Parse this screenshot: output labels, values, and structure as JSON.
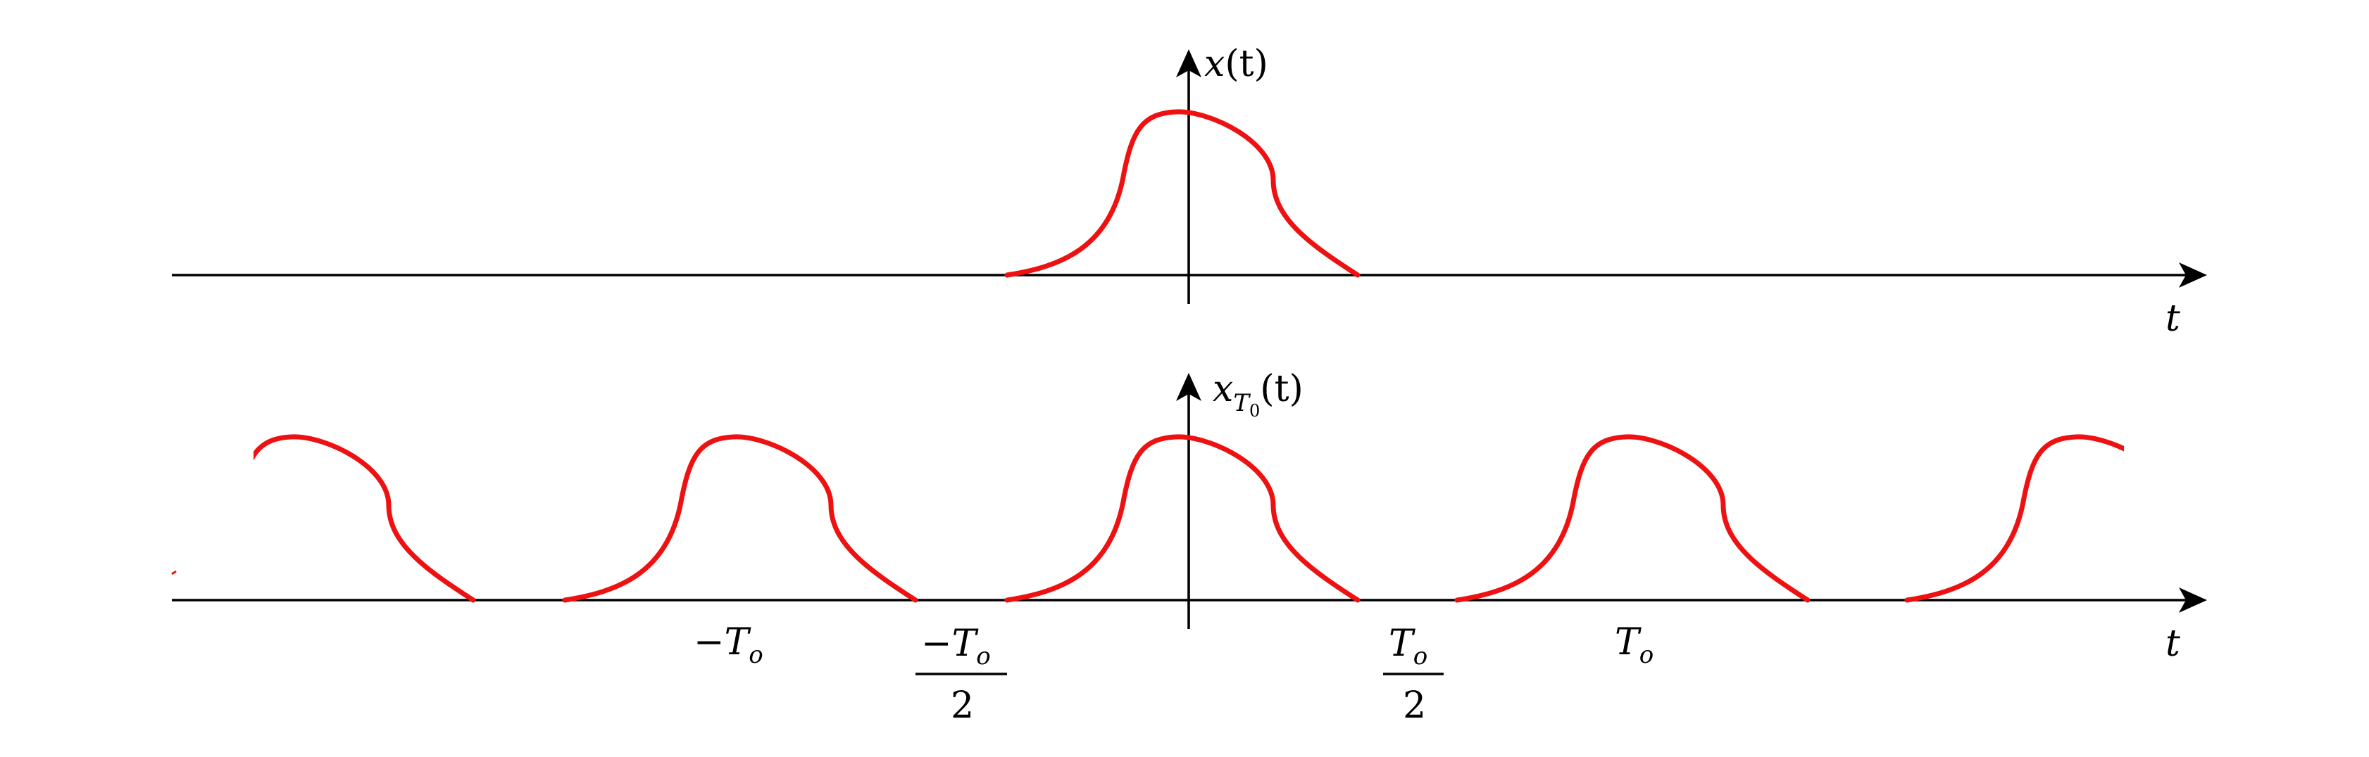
{
  "colors": {
    "pulse": "#ee1111",
    "axes": "#000000",
    "background": "#ffffff"
  },
  "top_plot": {
    "y_label": {
      "main": "x",
      "arg": "(t)"
    },
    "x_label": "t"
  },
  "bottom_plot": {
    "y_label": {
      "main": "x",
      "sub": "T",
      "subsub": "0",
      "arg": "(t)"
    },
    "x_label": "t",
    "ticks": {
      "neg_period": {
        "sign": "−",
        "base": "T",
        "sub": "o"
      },
      "neg_half_period": {
        "num_sign": "−",
        "num_base": "T",
        "num_sub": "o",
        "den": "2"
      },
      "pos_half_period": {
        "num_base": "T",
        "num_sub": "o",
        "den": "2"
      },
      "pos_period": {
        "base": "T",
        "sub": "o"
      }
    }
  }
}
